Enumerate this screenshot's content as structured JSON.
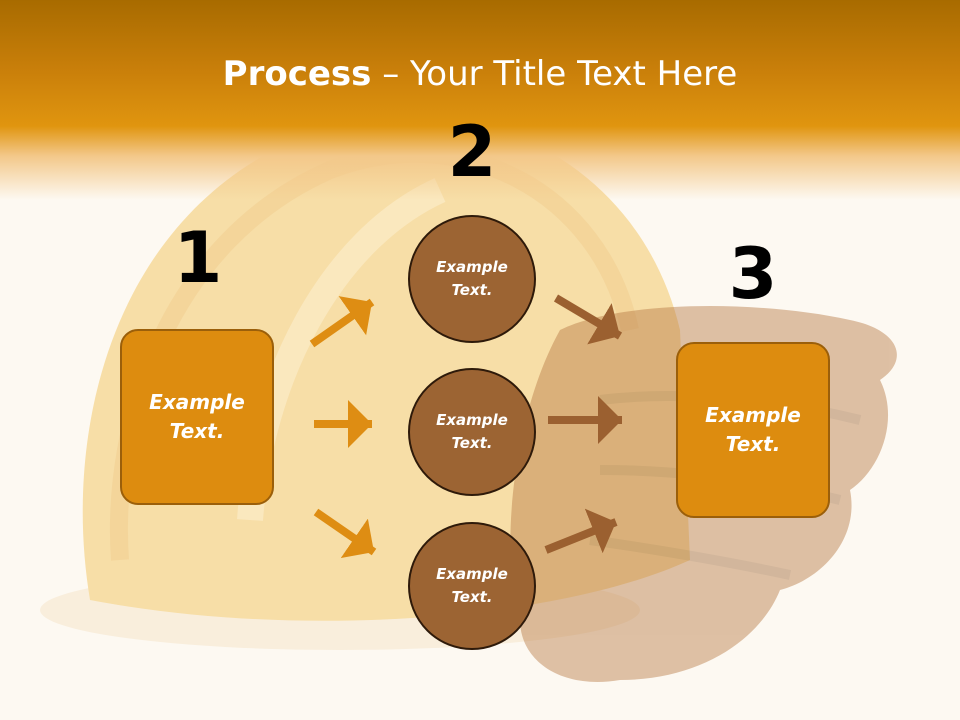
{
  "slide": {
    "title_bold": "Process",
    "title_dash": " – ",
    "title_rest": "Your Title Text Here"
  },
  "steps": {
    "one": {
      "number": "1",
      "text": "Example\nText."
    },
    "two": {
      "number": "2",
      "items": [
        "Example\nText.",
        "Example\nText.",
        "Example\nText."
      ]
    },
    "three": {
      "number": "3",
      "text": "Example\nText."
    }
  },
  "colors": {
    "accent_orange": "#dd8c0f",
    "circle_brown": "#9c6433",
    "arrow_orange": "#de8d13",
    "arrow_brown": "#9b6030",
    "title_band": "#c97f0a"
  },
  "background": {
    "decor": [
      "hard-hat",
      "work-gloves"
    ]
  }
}
